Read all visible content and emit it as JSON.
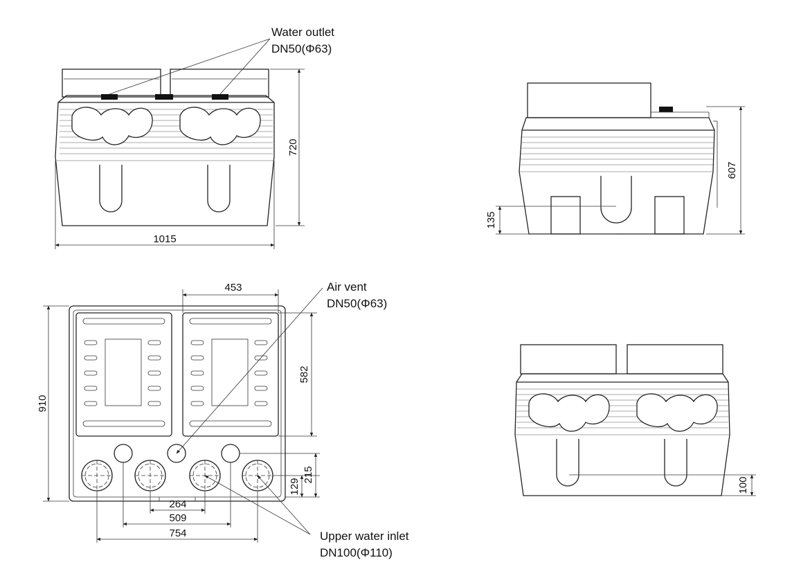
{
  "labels": {
    "water_outlet_line1": "Water outlet",
    "water_outlet_line2": "DN50(Φ63)",
    "air_vent_line1": "Air vent",
    "air_vent_line2": "DN50(Φ63)",
    "upper_inlet_line1": "Upper water inlet",
    "upper_inlet_line2": "DN100(Φ110)"
  },
  "dimensions": {
    "front_height": "720",
    "front_width": "1015",
    "side_height": "607",
    "side_inlet_height": "135",
    "plan_depth": "910",
    "plan_module_width": "453",
    "plan_module_depth": "582",
    "plan_inlet_spacing_1": "264",
    "plan_inlet_spacing_2": "509",
    "plan_inlet_spacing_3": "754",
    "plan_inlet_offset_1": "129",
    "plan_inlet_offset_2": "215",
    "rear_inlet_height": "100"
  }
}
